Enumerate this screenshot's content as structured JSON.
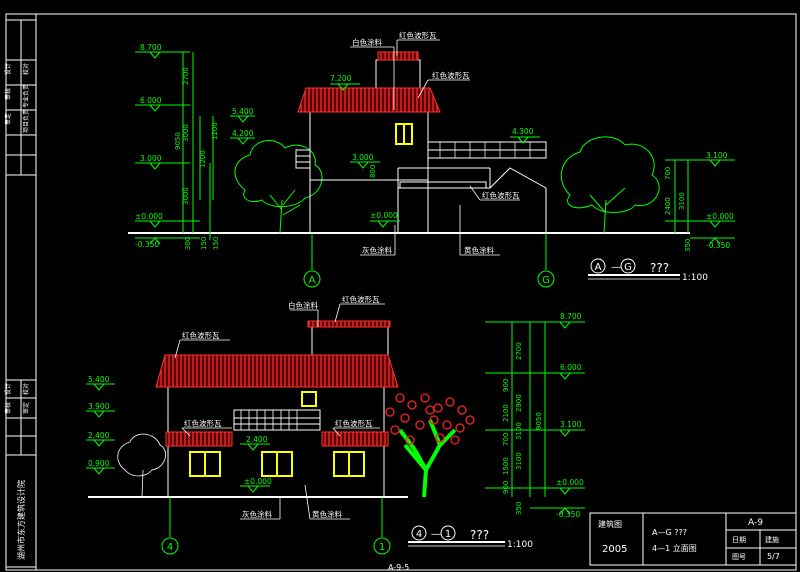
{
  "colors": {
    "background": "#000000",
    "frame": "#ffffff",
    "dimension": "#00ff00",
    "roof": "#ff3030",
    "window": "#ffff00",
    "tree": "#00ff00",
    "flower": "#ff2020",
    "text": "#ffffff"
  },
  "top_elevation": {
    "title_a": "A",
    "title_sep": "—",
    "title_b": "G",
    "title_q": "???",
    "scale": "1:100",
    "axis_left": "A",
    "axis_right": "G",
    "levels_left": [
      "8.700",
      "6.000",
      "3.000",
      "±0.000",
      "-0.350"
    ],
    "levels_mid": [
      "7.200",
      "5.400",
      "4.200",
      "3.000",
      "±0.000",
      "4.300"
    ],
    "levels_right": [
      "3.100",
      "±0.000",
      "-0.350"
    ],
    "dims_vertical": [
      "2700",
      "9050",
      "3000",
      "3000",
      "1200",
      "1200",
      "800",
      "300",
      "700",
      "2400",
      "3100",
      "350",
      "150",
      "150"
    ],
    "labels": {
      "white_paint": "白色涂料",
      "red_tile_1": "红色波形瓦",
      "red_tile_2": "红色波形瓦",
      "red_tile_3": "红色波形瓦",
      "grey_paint": "灰色涂料",
      "yellow_paint": "黄色涂料"
    }
  },
  "bottom_elevation": {
    "title_a": "4",
    "title_sep": "—",
    "title_b": "1",
    "title_q": "???",
    "scale": "1:100",
    "axis_left": "4",
    "axis_right": "1",
    "levels_left": [
      "5.400",
      "3.900",
      "2.400",
      "0.900"
    ],
    "levels_mid": [
      "2.400",
      "±0.000"
    ],
    "levels_right": [
      "8.700",
      "6.000",
      "3.100",
      "±0.000",
      "-0.350"
    ],
    "dims_vertical": [
      "2700",
      "900",
      "2100",
      "9050",
      "2900",
      "700",
      "3100",
      "1500",
      "3100",
      "900",
      "350"
    ],
    "labels": {
      "white_paint": "白色涂料",
      "red_tile_top": "红色波形瓦",
      "red_tile_roof": "红色波形瓦",
      "red_tile_left": "红色波形瓦",
      "red_tile_right": "红色波形瓦",
      "grey_paint": "灰色涂料",
      "yellow_paint": "黄色涂料"
    }
  },
  "left_strip": {
    "org_name": "湖州市东方建筑设计院",
    "top_cells": [
      "设计",
      "校对",
      "审核",
      "专业负责",
      "审定",
      "项目负责"
    ],
    "bottom_cells": [
      "设计",
      "校对",
      "审核",
      "审定"
    ]
  },
  "title_block": {
    "drawing_label": "建筑图",
    "year": "2005",
    "item1": "A—G ???",
    "item2": "4—1 立面图",
    "sheet_code": "A-9",
    "row2_a": "日期",
    "row2_b": "建施",
    "row3_a": "图号",
    "row3_b": "5/7"
  },
  "footer_code": "A-9-5"
}
